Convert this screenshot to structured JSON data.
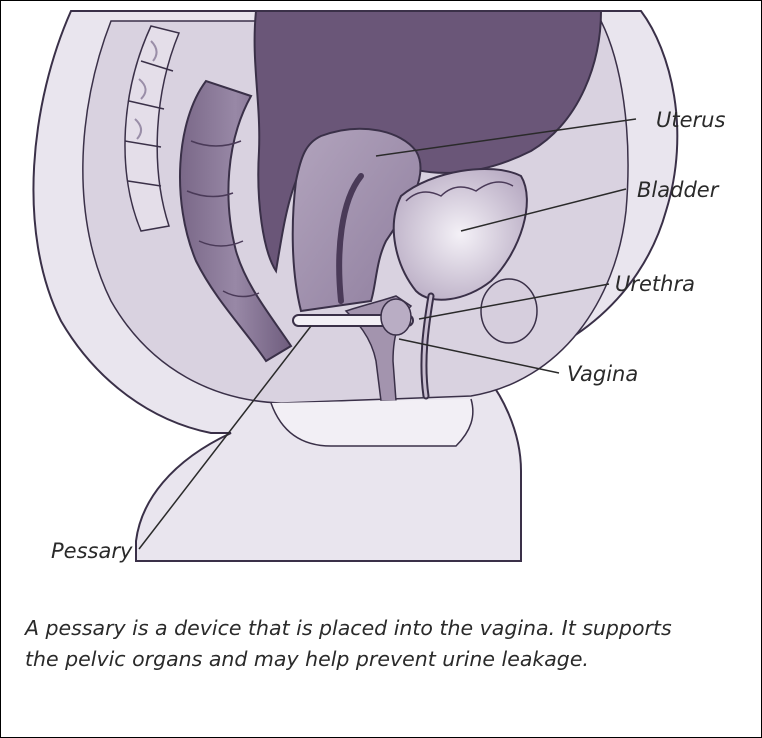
{
  "diagram": {
    "labels": {
      "uterus": "Uterus",
      "bladder": "Bladder",
      "urethra": "Urethra",
      "vagina": "Vagina",
      "pessary": "Pessary"
    }
  },
  "caption": {
    "line1": "A pessary is a device that is placed into the vagina. It supports",
    "line2": "the pelvic organs and may help prevent urine leakage."
  },
  "colors": {
    "outline": "#3a3048",
    "tissue_light": "#e9e5ee",
    "tissue_mid": "#c8bdd0",
    "organ_mid": "#a394ae",
    "organ_dark": "#6a5678",
    "organ_darkest": "#4a3a58"
  }
}
